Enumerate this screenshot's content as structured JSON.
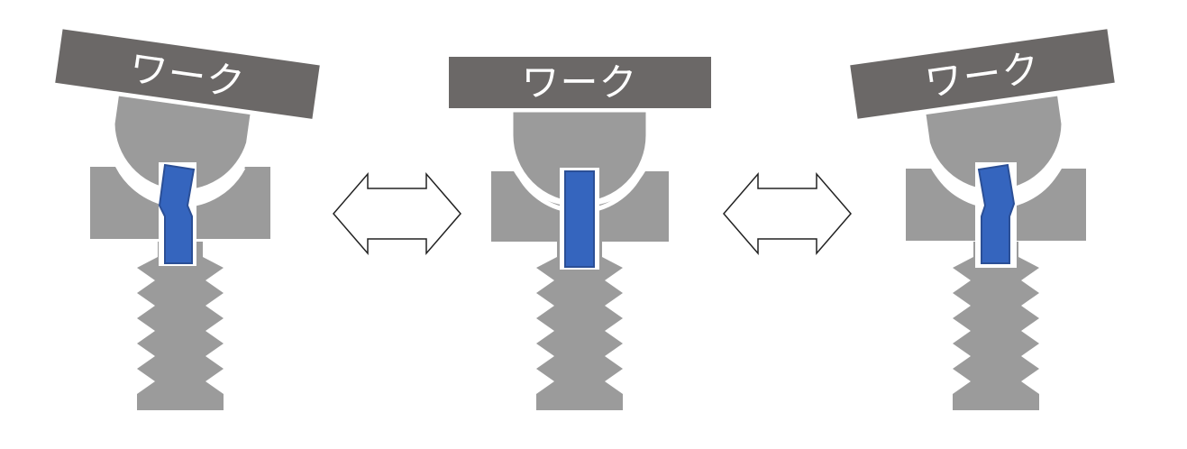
{
  "diagram": {
    "assemblies": [
      {
        "id": "left",
        "tilt": "tilted-left",
        "work_label": "ワーク"
      },
      {
        "id": "center",
        "tilt": "level",
        "work_label": "ワーク"
      },
      {
        "id": "right",
        "tilt": "tilted-right",
        "work_label": "ワーク"
      }
    ],
    "arrows": [
      {
        "id": "left-center",
        "type": "double-headed"
      },
      {
        "id": "center-right",
        "type": "double-headed"
      }
    ]
  },
  "colors": {
    "body_gray": "#9b9b9b",
    "work_plate": "#6b6867",
    "elastic_blue": "#3565be",
    "outline": "#ffffff"
  }
}
